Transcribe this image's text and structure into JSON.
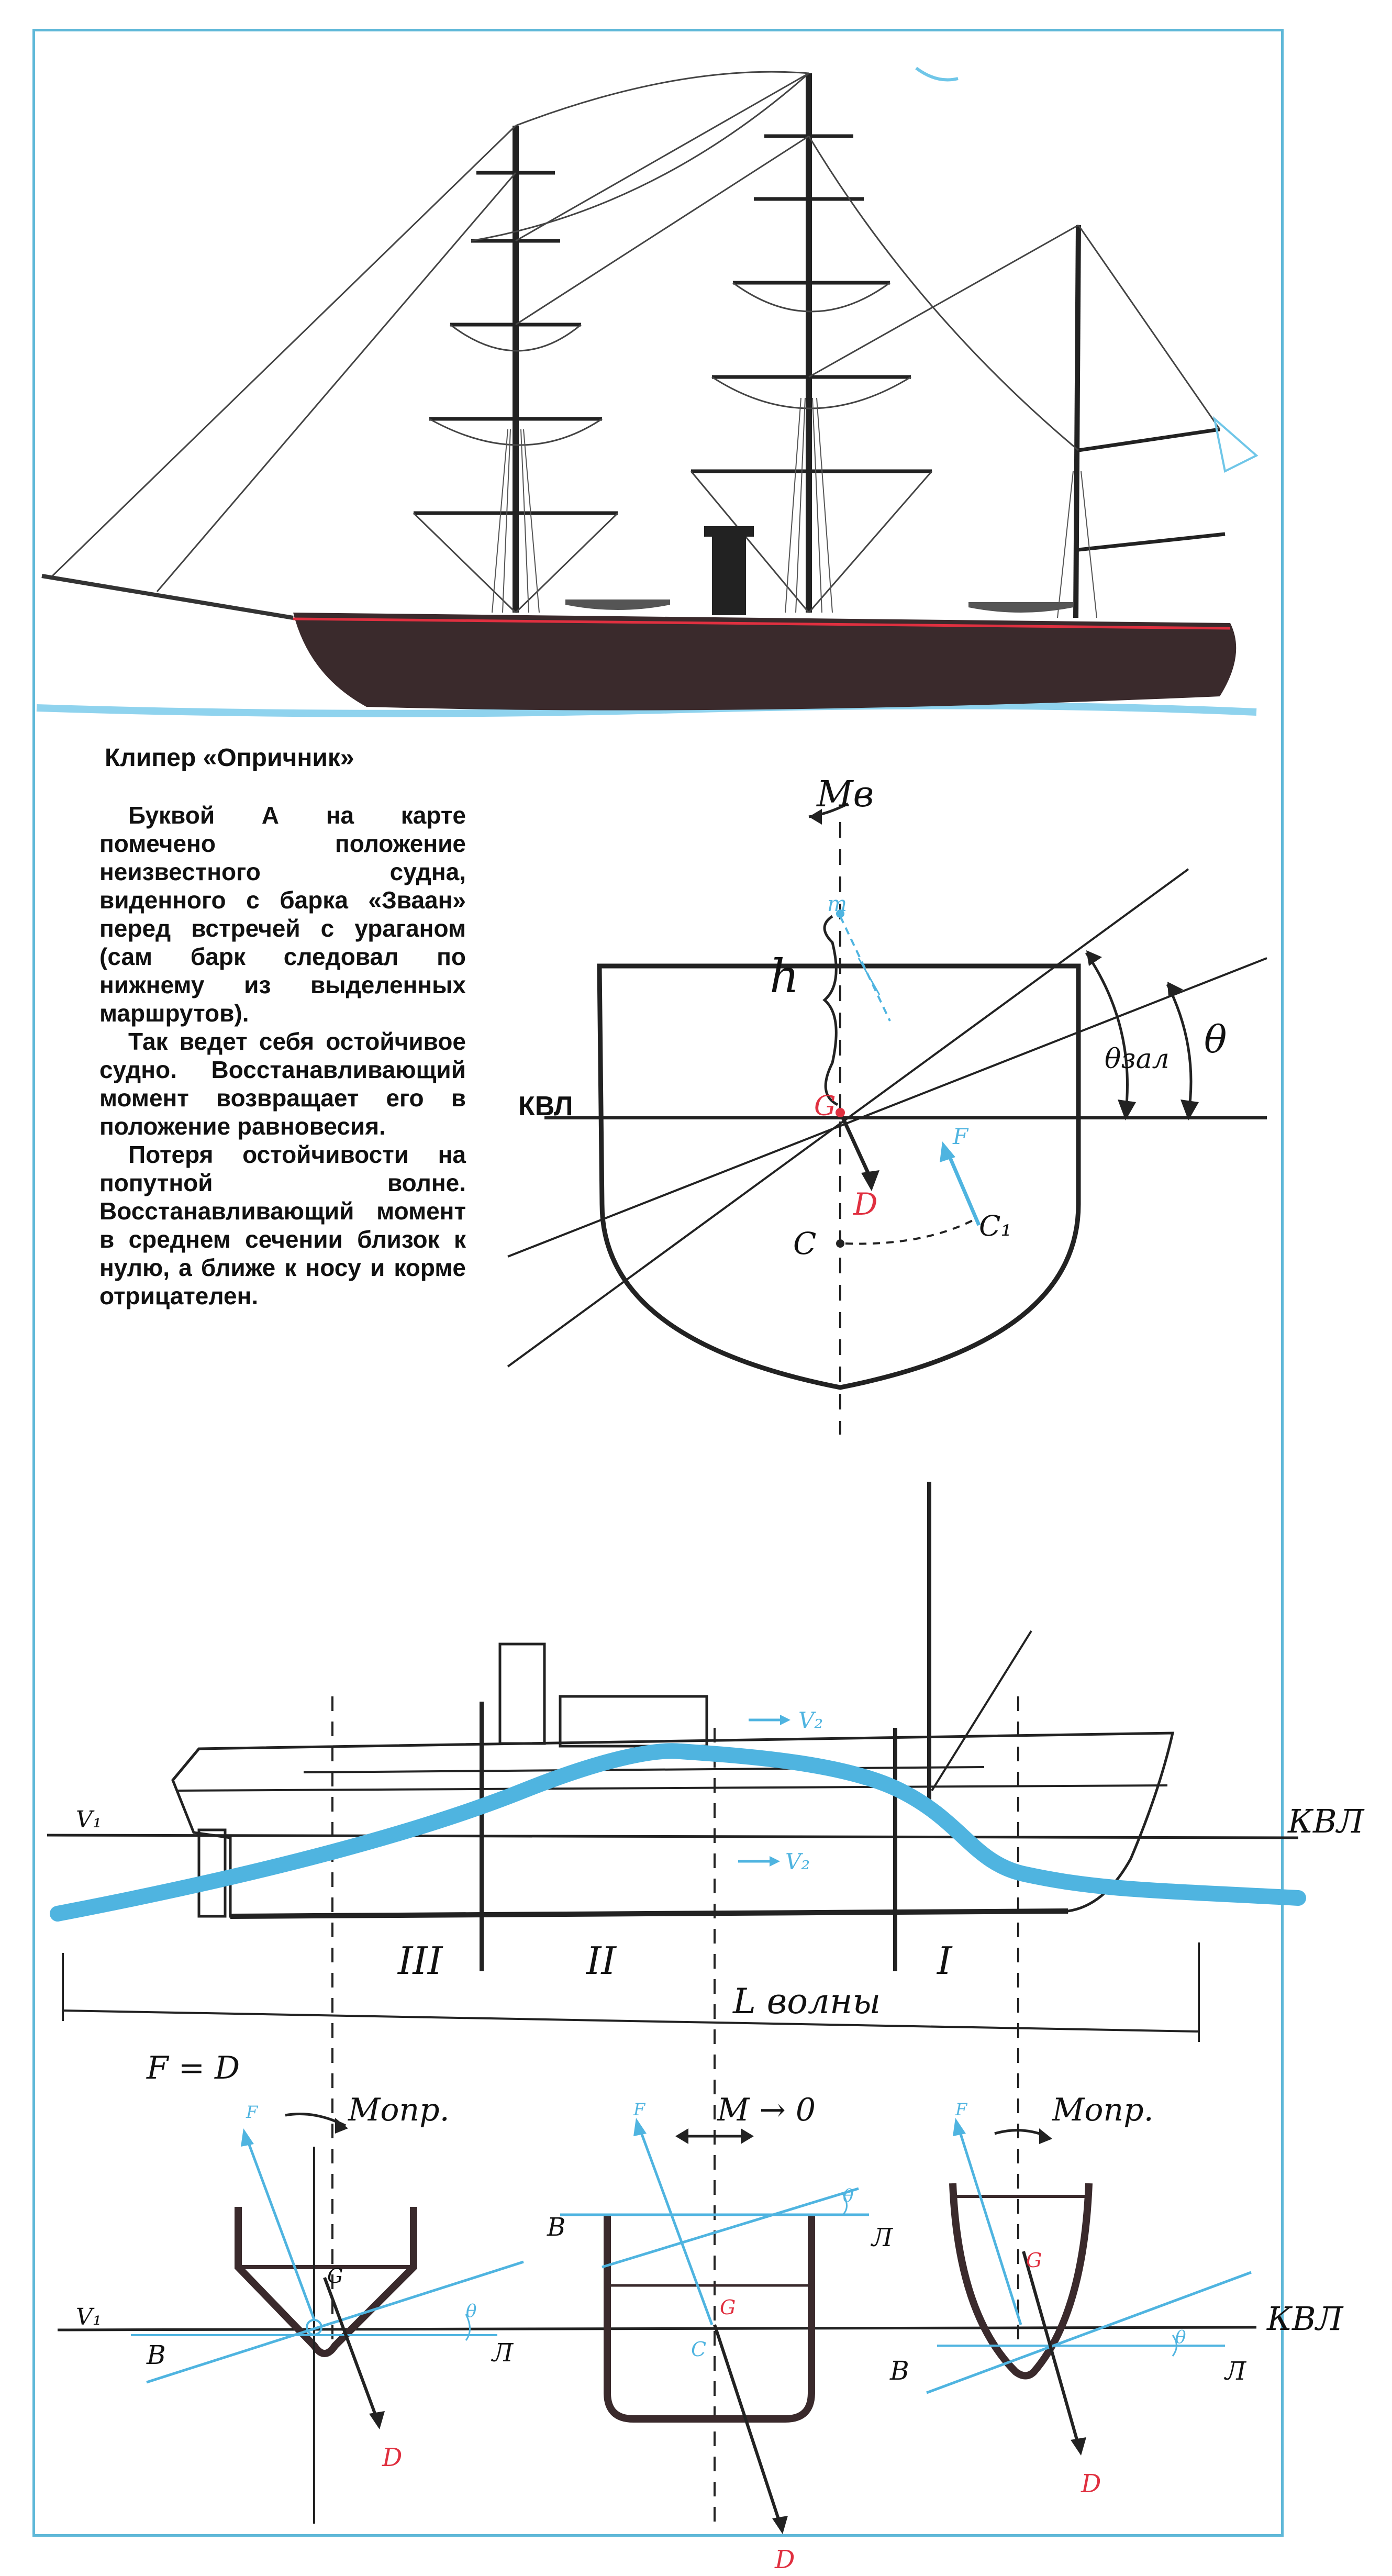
{
  "caption": "Клипер «Опричник»",
  "paragraphs": [
    "Буквой А на карте помечено положение неизвестного судна, виденного с барка «Зваан» перед встречей с ураганом (сам барк следовал по нижнему из выделенных маршрутов).",
    "Так ведет себя остойчивое судно. Восстанавливающий момент возвращает его в положение равновесия.",
    "Потеря остойчивости на попутной волне. Восстанавливающий момент в среднем сечении близок к нулю, а ближе к носу и корме отрицателен."
  ],
  "stability_diagram": {
    "moment": "Мв",
    "m": "m",
    "h": "h",
    "G": "G",
    "KVL": "КВЛ",
    "D": "D",
    "F": "F",
    "C": "C",
    "C1": "C₁",
    "theta": "θ",
    "theta_zal": "θзал"
  },
  "wave_diagram": {
    "V1": "V₁",
    "V2_top": "V₂",
    "V2_bottom": "V₂",
    "KVL": "КВЛ",
    "sections": [
      "III",
      "II",
      "I"
    ],
    "wave_length": "L волны"
  },
  "sections_diagram": {
    "equation": "F = D",
    "moment_left": "Мопр.",
    "moment_mid": "M → 0",
    "moment_right": "Мопр.",
    "V1": "V₁",
    "KVL": "КВЛ",
    "B": "B",
    "L": "Л",
    "G": "G",
    "C": "C",
    "D": "D",
    "F": "F",
    "theta": "θ"
  },
  "colors": {
    "blue": "#4fb4e0",
    "red": "#e03040",
    "hull": "#3a2a2c",
    "frame": "#5fb8d8"
  }
}
